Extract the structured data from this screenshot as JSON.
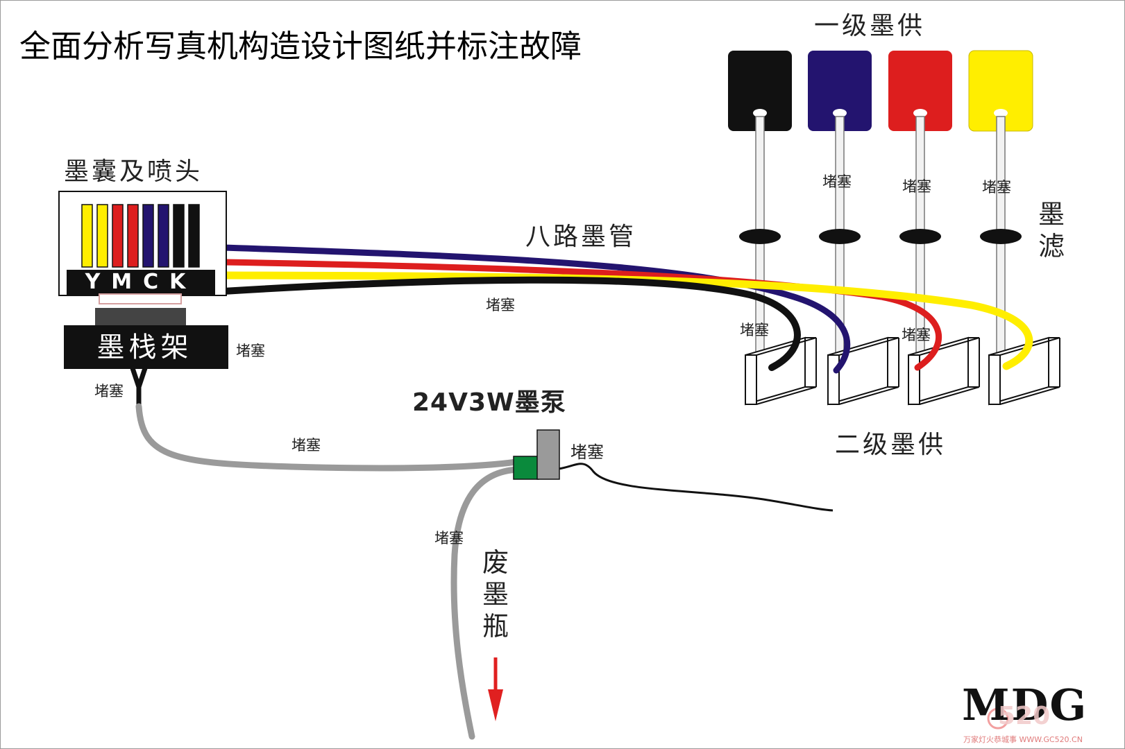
{
  "title": "全面分析写真机构造设计图纸并标注故障",
  "labels": {
    "primary_supply": "一级墨供",
    "cartridge_head": "墨囊及喷头",
    "ink_tubes": "八路墨管",
    "ink_filter": "墨滤",
    "ink_rack": "墨栈架",
    "pump": "24V3W墨泵",
    "secondary_supply": "二级墨供",
    "waste_bottle": "废墨瓶",
    "clog": "堵塞",
    "ymck": "YMCK"
  },
  "brand": "MDG",
  "watermark": {
    "text": "520",
    "url": "万家灯火恭城事 WWW.GC520.CN"
  },
  "colors": {
    "black_ink": "#111111",
    "cyan_ink": "#23146f",
    "magenta_ink": "#dd1e1e",
    "yellow_ink": "#ffee00",
    "pump_green": "#0a8a3c",
    "pump_gray": "#9a9a9a",
    "arrow_red": "#e02020"
  }
}
